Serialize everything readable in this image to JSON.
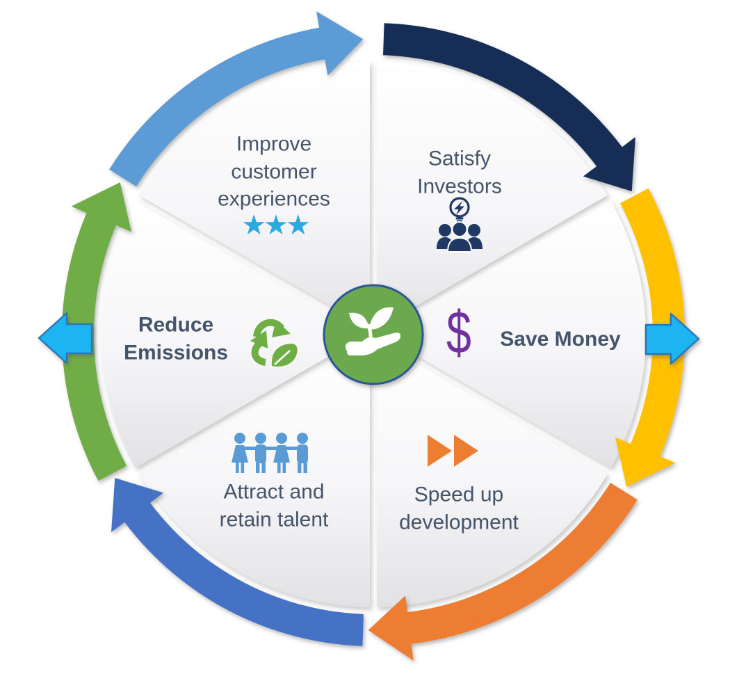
{
  "diagram": {
    "type": "cycle-wheel",
    "segment_count": 6,
    "text_color": "#44546A"
  },
  "segments": [
    {
      "label": "Improve customer experiences",
      "icon": "three-stars-icon",
      "stars": "★★★",
      "icon_color": "#29ABE2",
      "bold": false,
      "position": "top-left"
    },
    {
      "label": "Satisfy Investors",
      "icon": "investors-group-idea-icon",
      "icon_color": "#1F3864",
      "bold": false,
      "position": "top-right"
    },
    {
      "label": "Save Money",
      "icon": "dollar-sign-icon",
      "dollar": "$",
      "icon_color": "#7030A0",
      "bold": true,
      "position": "right"
    },
    {
      "label": "Speed up development",
      "icon": "fast-forward-icon",
      "icon_color": "#ED7D31",
      "bold": false,
      "position": "bottom-right"
    },
    {
      "label": "Attract and retain talent",
      "icon": "people-holding-hands-icon",
      "icon_color": "#5B9BD5",
      "bold": false,
      "position": "bottom-left"
    },
    {
      "label": "Reduce Emissions",
      "icon": "recycle-leaf-icon",
      "icon_color": "#6FAE44",
      "bold": true,
      "position": "left"
    }
  ],
  "arc_arrows": [
    {
      "name": "arc-arrow-top-left",
      "color": "#5B9BD5"
    },
    {
      "name": "arc-arrow-top-right",
      "color": "#162D56"
    },
    {
      "name": "arc-arrow-right",
      "color": "#FFC000"
    },
    {
      "name": "arc-arrow-bottom-right",
      "color": "#ED7D31"
    },
    {
      "name": "arc-arrow-bottom-left",
      "color": "#4472C4"
    },
    {
      "name": "arc-arrow-left",
      "color": "#70AD47"
    }
  ],
  "side_arrows": [
    {
      "name": "left-outward-arrow",
      "fill": "#1FB4F1",
      "stroke": "#2E75B6"
    },
    {
      "name": "right-outward-arrow",
      "fill": "#1FB4F1",
      "stroke": "#2E75B6"
    }
  ],
  "center": {
    "icon": "hand-holding-seedling-icon",
    "circle_fill": "#6CA84D",
    "ring_color": "#2C5596"
  },
  "slice_style": {
    "gradient_top": "#FFFFFF",
    "gradient_bottom": "#E2E2E5"
  }
}
